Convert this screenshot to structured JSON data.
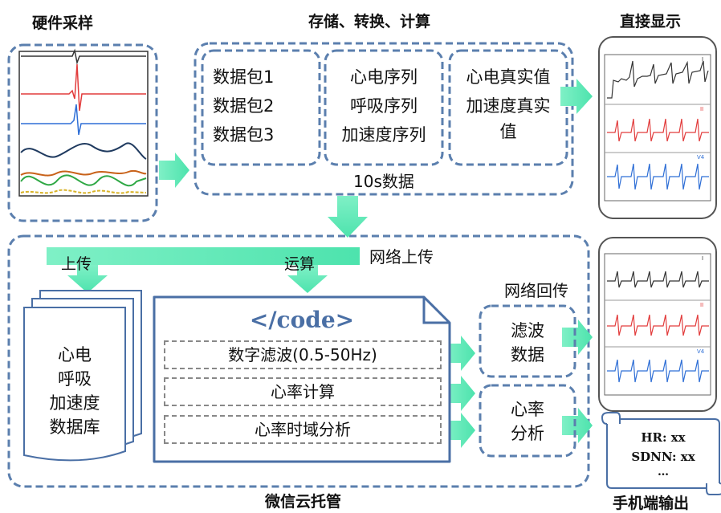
{
  "titles": {
    "hardware": "硬件采样",
    "storage": "存储、转换、计算",
    "direct": "直接显示",
    "wechat": "微信云托管",
    "mobile": "手机端输出"
  },
  "packets": [
    "数据包1",
    "数据包2",
    "数据包3"
  ],
  "sequences": [
    "心电序列",
    "呼吸序列",
    "加速度序列"
  ],
  "real_values": {
    "line1": "心电真实值",
    "line2": "加速度真实",
    "line3": "值"
  },
  "ten_sec": "10s数据",
  "upload_network": "网络上传",
  "upload": "上传",
  "compute": "运算",
  "return_network": "网络回传",
  "database": [
    "心电",
    "呼吸",
    "加速度",
    "数据库"
  ],
  "code": {
    "title": "</code>",
    "steps": [
      "数字滤波(0.5-50Hz)",
      "心率计算",
      "心率时域分析"
    ]
  },
  "filtered": {
    "line1": "滤波",
    "line2": "数据"
  },
  "hr_analysis": {
    "line1": "心率",
    "line2": "分析"
  },
  "scroll": {
    "hr": "HR: xx",
    "sdnn": "SDNN: xx",
    "more": "…"
  },
  "ecg_leads": {
    "top": [
      "I",
      "II",
      "V4"
    ],
    "bottom": [
      "I",
      "II",
      "V4"
    ]
  },
  "colors": {
    "dash": "#5b7fae",
    "arrow": "#5fe8b4",
    "ecg_black": "#333333",
    "ecg_red": "#e23c3c",
    "ecg_blue": "#2f6fd6"
  }
}
